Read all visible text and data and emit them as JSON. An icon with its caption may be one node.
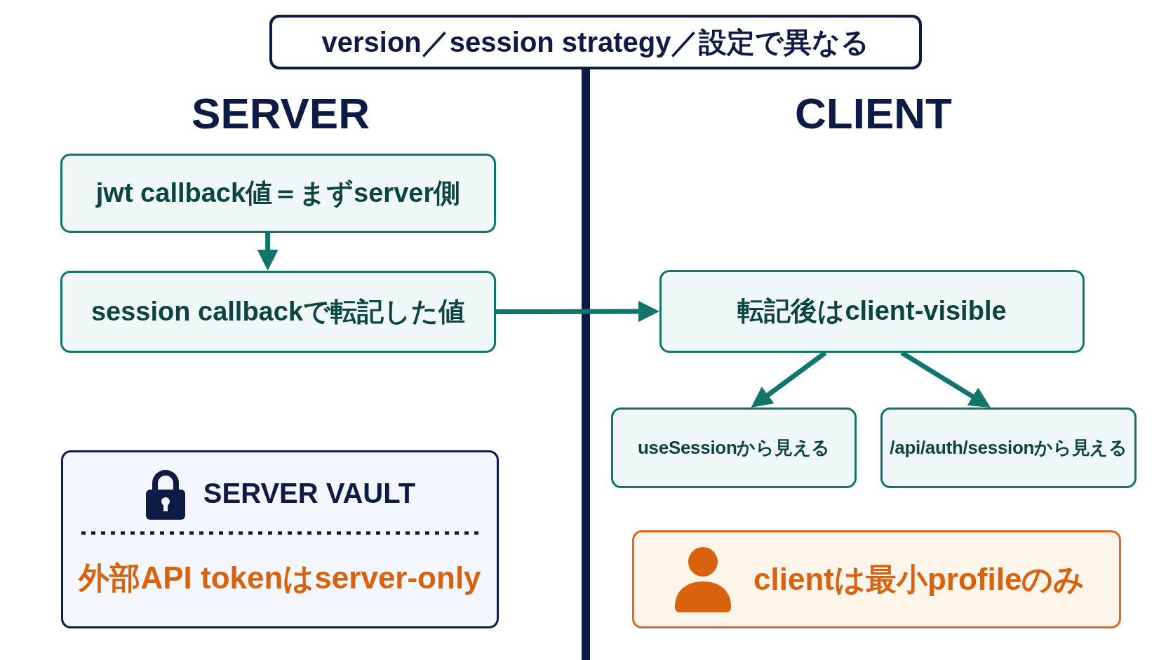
{
  "diagram": {
    "nodes": [
      {
        "text": [
          "version／session strategy／設定で異なる"
        ]
      },
      {
        "text": [
          "jwt callback値＝まずserver側"
        ]
      },
      {
        "text": [
          "session callbackで転記した値"
        ]
      },
      {
        "text": [
          "転記後はclient-visible"
        ]
      },
      {
        "text": [
          "useSessionから見える"
        ]
      },
      {
        "text": [
          "/api/auth/sessionから見える"
        ]
      },
      {
        "text": [
          "SERVER VAULT",
          "外部API tokenはserver-only"
        ]
      },
      {
        "text": [
          "clientは最小profileのみ"
        ]
      }
    ],
    "edges": [
      {
        "from": 1,
        "to": 2,
        "arrow": "to"
      },
      {
        "from": 2,
        "to": 3,
        "arrow": "to"
      },
      {
        "from": 3,
        "to": 4,
        "arrow": "to"
      },
      {
        "from": 3,
        "to": 5,
        "arrow": "to"
      }
    ],
    "labels": [
      "SERVER",
      "CLIENT"
    ]
  }
}
